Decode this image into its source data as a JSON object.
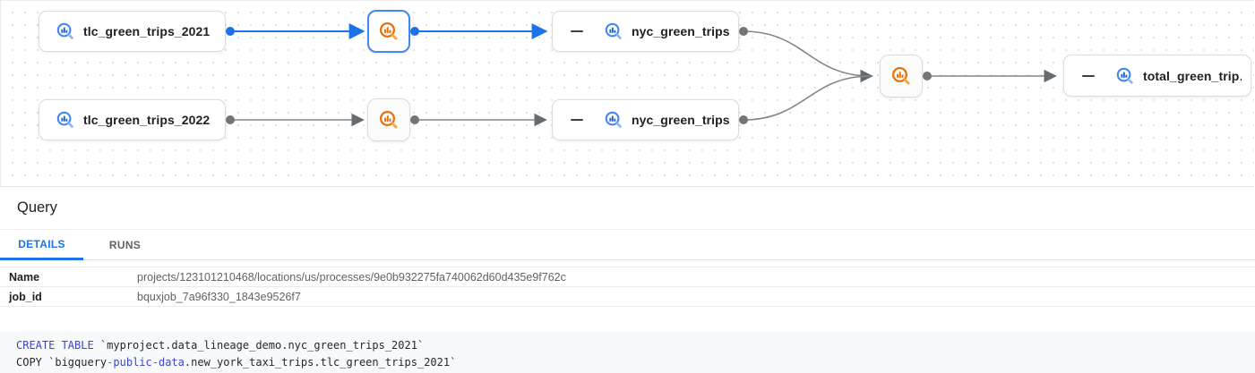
{
  "colors": {
    "selected_edge_blue": "#1a73e8",
    "selected_border_blue": "#4285f4",
    "edge_gray": "#666b70",
    "table_icon_blue": "#4285f4",
    "process_icon_orange": "#e8710a",
    "tab_active_blue": "#1a73e8",
    "code_keyword_blue": "#3c45c8",
    "code_operator_red": "#a0524d",
    "code_background": "#f8f9fa"
  },
  "graph": {
    "nodes": [
      {
        "label": "tlc_green_trips_2021",
        "type": "table",
        "icon": "bigquery-table-icon"
      },
      {
        "type": "process",
        "icon": "process-search-icon",
        "selected": true
      },
      {
        "label": "nyc_green_trips…",
        "type": "table",
        "icon": "bigquery-table-icon",
        "collapse_control": true
      },
      {
        "label": "tlc_green_trips_2022",
        "type": "table",
        "icon": "bigquery-table-icon"
      },
      {
        "type": "process",
        "icon": "process-search-icon",
        "selected": false
      },
      {
        "label": "nyc_green_trips…",
        "type": "table",
        "icon": "bigquery-table-icon",
        "collapse_control": true
      },
      {
        "type": "process",
        "icon": "process-search-icon",
        "selected": false
      },
      {
        "label": "total_green_trip…",
        "type": "table",
        "icon": "bigquery-table-icon",
        "collapse_control": true
      }
    ]
  },
  "panel": {
    "title": "Query",
    "tabs": [
      {
        "label": "DETAILS",
        "active": true
      },
      {
        "label": "RUNS",
        "active": false
      }
    ],
    "details_rows": [
      {
        "label": "Name",
        "value": "projects/123101210468/locations/us/processes/9e0b932275fa740062d60d435e9f762c"
      },
      {
        "label": "job_id",
        "value": "bquxjob_7a96f330_1843e9526f7"
      }
    ]
  },
  "code": {
    "lines": [
      {
        "tokens": [
          {
            "type": "keyword",
            "text": "CREATE TABLE"
          },
          {
            "type": "plain",
            "text": " `myproject.data_lineage_demo.nyc_green_trips_2021`"
          }
        ]
      },
      {
        "tokens": [
          {
            "type": "plain",
            "text": "COPY `bigquery"
          },
          {
            "type": "operator",
            "text": "-"
          },
          {
            "type": "keyword",
            "text": "public"
          },
          {
            "type": "operator",
            "text": "-"
          },
          {
            "type": "keyword",
            "text": "data"
          },
          {
            "type": "plain",
            "text": ".new_york_taxi_trips.tlc_green_trips_2021`"
          }
        ]
      }
    ]
  }
}
